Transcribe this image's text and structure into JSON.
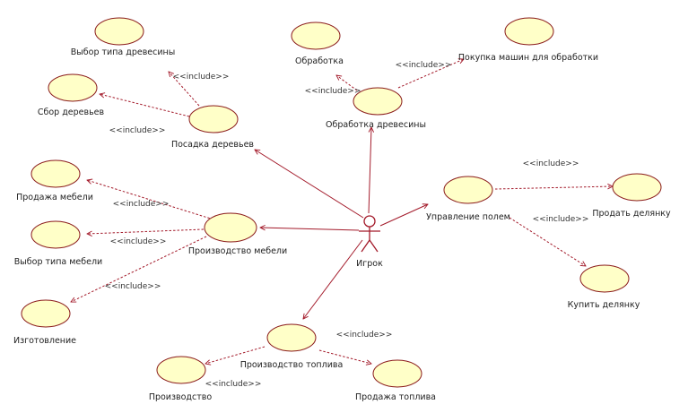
{
  "diagram": {
    "actor": "Игрок",
    "use_cases": {
      "wood_type": "Выбор типа древесины",
      "tree_collection": "Сбор деревьев",
      "tree_planting": "Посадка деревьев",
      "processing": "Обработка",
      "machine_purchase": "Покупка машин для обработки",
      "wood_processing": "Обработка древесины",
      "furniture_sale": "Продажа мебели",
      "furniture_type": "Выбор типа мебели",
      "furniture_production": "Производство мебели",
      "manufacturing": "Изготовление",
      "field_management": "Управление полем",
      "sell_plot": "Продать делянку",
      "buy_plot": "Купить делянку",
      "fuel_production": "Производство топлива",
      "production": "Производство",
      "fuel_sale": "Продажа топлива"
    },
    "stereotype": "<<include>>",
    "colors": {
      "ellipse_fill": "#ffffc8",
      "ellipse_stroke": "#8a1a1a",
      "line": "#a31a2a"
    }
  }
}
